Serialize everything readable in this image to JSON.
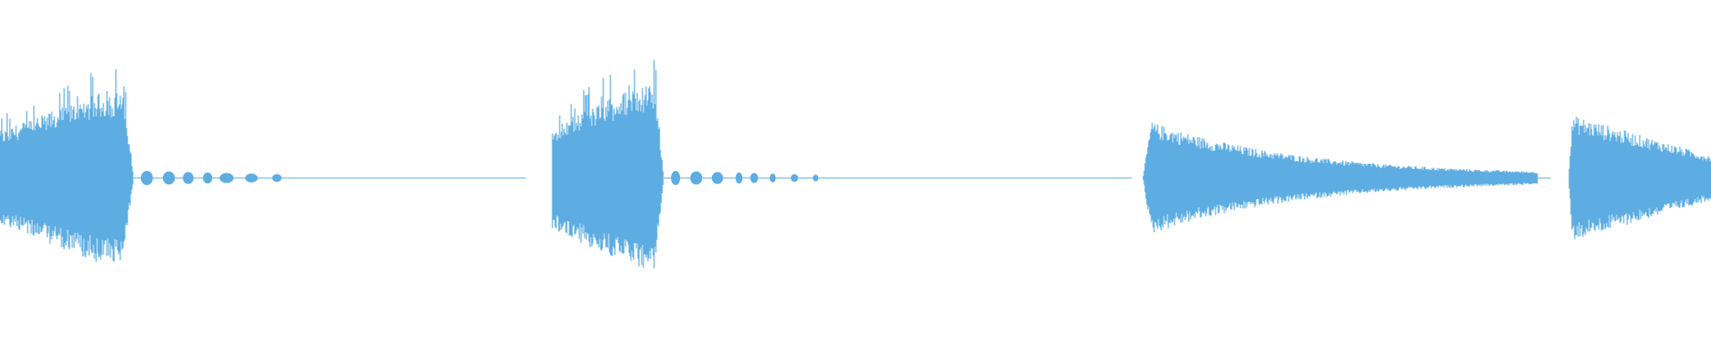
{
  "waveform": {
    "color": "#5dade2",
    "background": "#ffffff",
    "clips": [
      {
        "id": "clip-1",
        "shape": "burst-decay",
        "peak": 0.48,
        "tail": "dotted"
      },
      {
        "id": "clip-2",
        "shape": "burst-decay",
        "peak": 0.52,
        "tail": "dotted"
      },
      {
        "id": "clip-3",
        "shape": "long-decay",
        "peak": 0.32,
        "tail": "fade"
      },
      {
        "id": "clip-4",
        "shape": "decay-cut",
        "peak": 0.36,
        "tail": "none"
      }
    ]
  }
}
